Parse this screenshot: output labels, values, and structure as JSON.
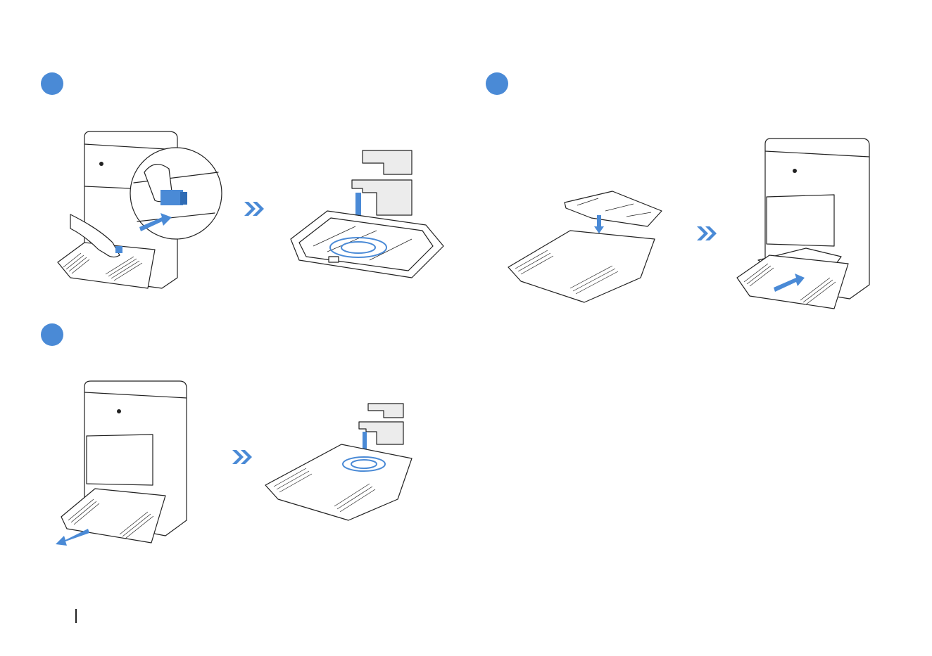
{
  "steps": [
    {
      "id": "step-a",
      "accent": "#4a8ad6"
    },
    {
      "id": "step-b",
      "accent": "#4a8ad6"
    },
    {
      "id": "step-c",
      "accent": "#4a8ad6"
    }
  ],
  "icons": {
    "next": "double-chevron-right-icon",
    "push": "arrow-icon",
    "water": "faucet-icon"
  },
  "colors": {
    "accent": "#4a8ad6",
    "line": "#222222",
    "panel_fill": "#ececec"
  }
}
